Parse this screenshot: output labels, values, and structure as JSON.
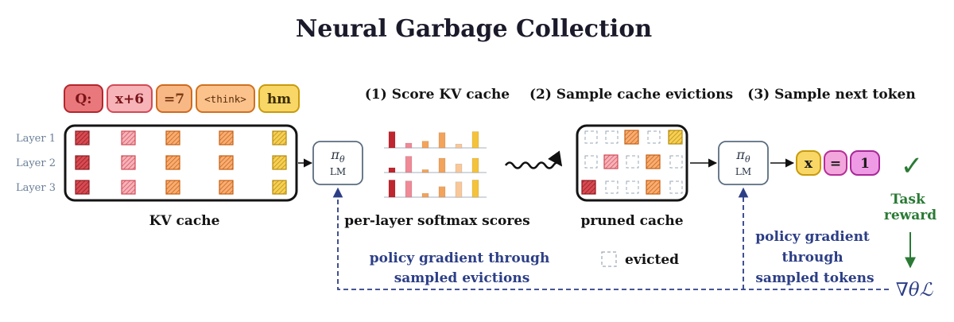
{
  "title": "Neural Garbage Collection",
  "tokens": [
    {
      "label": "Q:",
      "fill": "#e9787c",
      "stroke": "#b3262c",
      "text": "#7a1418"
    },
    {
      "label": "x+6",
      "fill": "#f6b3b8",
      "stroke": "#d24a55",
      "text": "#7a1418"
    },
    {
      "label": "=7",
      "fill": "#f8b886",
      "stroke": "#cf6a1e",
      "text": "#7a3a10"
    },
    {
      "label": "<think>",
      "fill": "#fbc28c",
      "stroke": "#d0711f",
      "text": "#5a2c08"
    },
    {
      "label": "hm",
      "fill": "#f9d766",
      "stroke": "#c99b0c",
      "text": "#3a2c02"
    }
  ],
  "layers": [
    "Layer 1",
    "Layer 2",
    "Layer 3"
  ],
  "kv_cache_label": "KV cache",
  "lm_block": {
    "symbol": "π",
    "subscript": "θ",
    "label": "LM"
  },
  "steps": {
    "score": "(1) Score KV cache",
    "evict": "(2) Sample cache evictions",
    "sample": "(3) Sample next token"
  },
  "softmax_label": "per-layer softmax scores",
  "pruned_label": "pruned cache",
  "evicted_legend": "evicted",
  "output_tokens": [
    {
      "label": "x",
      "fill": "#f9d766",
      "stroke": "#c99b0c"
    },
    {
      "label": "=",
      "fill": "#f3a6dc",
      "stroke": "#b62f98"
    },
    {
      "label": "1",
      "fill": "#ef9ae4",
      "stroke": "#a82899"
    }
  ],
  "checkmark": "✓",
  "task_reward": [
    "Task",
    "reward"
  ],
  "gradient_symbol": "∇θℒ",
  "pg_evictions": [
    "policy gradient through",
    "sampled evictions"
  ],
  "pg_tokens": [
    "policy gradient",
    "through",
    "sampled tokens"
  ],
  "colors": {
    "red": "#c0262f",
    "pink": "#ef8a96",
    "orange": "#f3a45a",
    "yellow": "#f5c33b",
    "blue_text": "#2c3e86",
    "green": "#2a7a35",
    "lm_stroke": "#5a6d80"
  },
  "chart_data": {
    "type": "bar",
    "rows": [
      {
        "name": "Layer 1",
        "values": [
          0.85,
          0.25,
          0.35,
          0.8,
          0.2,
          0.85
        ]
      },
      {
        "name": "Layer 2",
        "values": [
          0.25,
          0.85,
          0.15,
          0.75,
          0.45,
          0.75
        ]
      },
      {
        "name": "Layer 3",
        "values": [
          0.9,
          0.85,
          0.2,
          0.55,
          0.8,
          0.9
        ]
      }
    ],
    "colors": [
      "#c0262f",
      "#ef8a96",
      "#f3a45a",
      "#f3a45a",
      "#f8c89b",
      "#f5c33b"
    ]
  }
}
